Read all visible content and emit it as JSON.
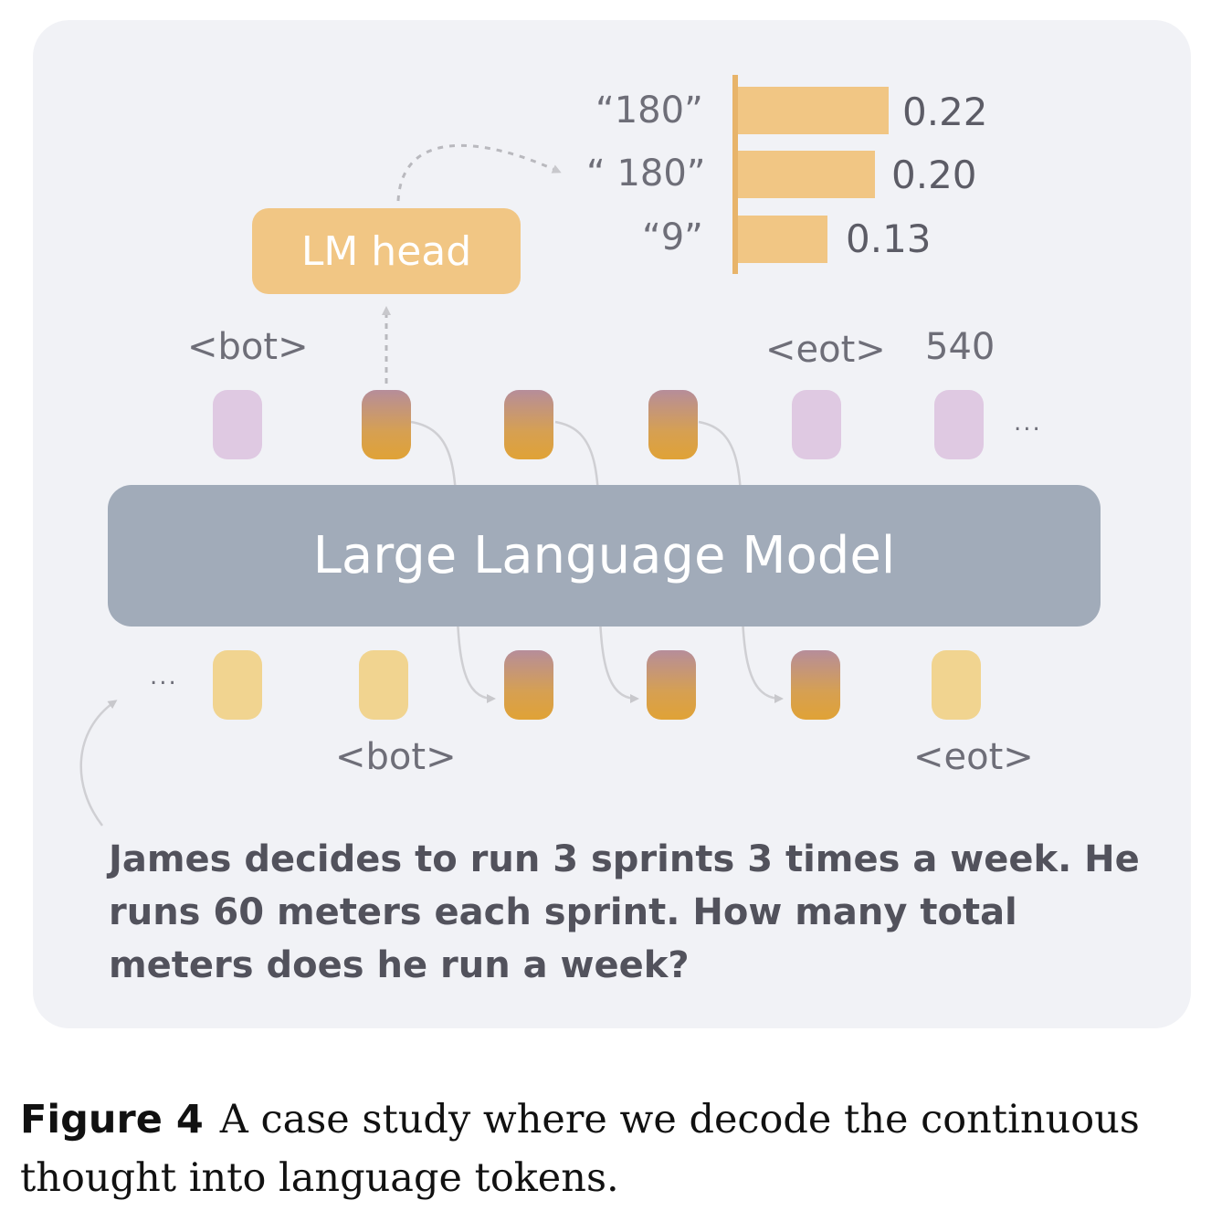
{
  "lm_head": {
    "label": "LM head"
  },
  "decoded_tokens": [
    {
      "token": "“180”",
      "prob": "0.22",
      "value": 0.22
    },
    {
      "token": "“ 180”",
      "prob": "0.20",
      "value": 0.2
    },
    {
      "token": "“9”",
      "prob": "0.13",
      "value": 0.13
    }
  ],
  "output_labels": {
    "bot": "<bot>",
    "eot": "<eot>",
    "answer": "540",
    "ellipsis": "..."
  },
  "model": {
    "label": "Large Language Model"
  },
  "input_labels": {
    "bot": "<bot>",
    "eot": "<eot>",
    "ellipsis": "..."
  },
  "question": "James decides to run 3 sprints 3 times a week.  He runs 60 meters each sprint.  How many total meters does he run a week?",
  "caption": {
    "prefix": "Figure 4",
    "text": "A case study where we decode the continuous thought into language tokens."
  },
  "colors": {
    "bar": "#f1c684",
    "purple_token": "#dfc9e2",
    "yellow_token": "#f1d490",
    "model_box": "#a1abb9",
    "panel": "#f1f2f6"
  }
}
